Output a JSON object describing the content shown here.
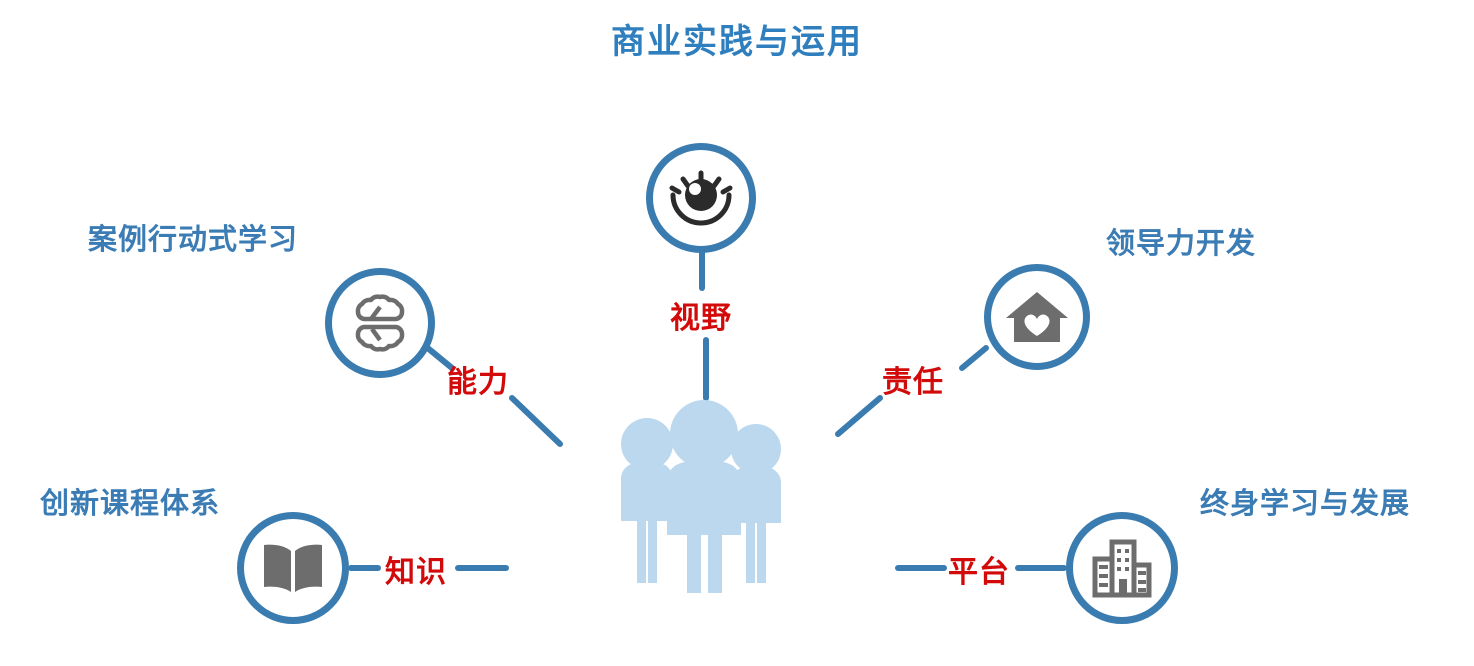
{
  "diagram": {
    "title": "商业实践与运用",
    "accent_blue": "#3a7cb0",
    "title_blue": "#2f7fbf",
    "keyword_red": "#d20a0a",
    "people_blue": "#bcd8ee",
    "icon_gray": "#6d6d6d",
    "center": {
      "name": "people-group",
      "icon": "three-people-icon"
    },
    "spokes": [
      {
        "id": "vision",
        "keyword": "视野",
        "outer_label": "",
        "icon": "eye-icon",
        "position": "top"
      },
      {
        "id": "ability",
        "keyword": "能力",
        "outer_label": "案例行动式学习",
        "icon": "brain-icon",
        "position": "upper-left"
      },
      {
        "id": "responsibility",
        "keyword": "责任",
        "outer_label": "领导力开发",
        "icon": "house-heart-icon",
        "position": "upper-right"
      },
      {
        "id": "knowledge",
        "keyword": "知识",
        "outer_label": "创新课程体系",
        "icon": "open-book-icon",
        "position": "lower-left"
      },
      {
        "id": "platform",
        "keyword": "平台",
        "outer_label": "终身学习与发展",
        "icon": "building-icon",
        "position": "lower-right"
      }
    ]
  }
}
